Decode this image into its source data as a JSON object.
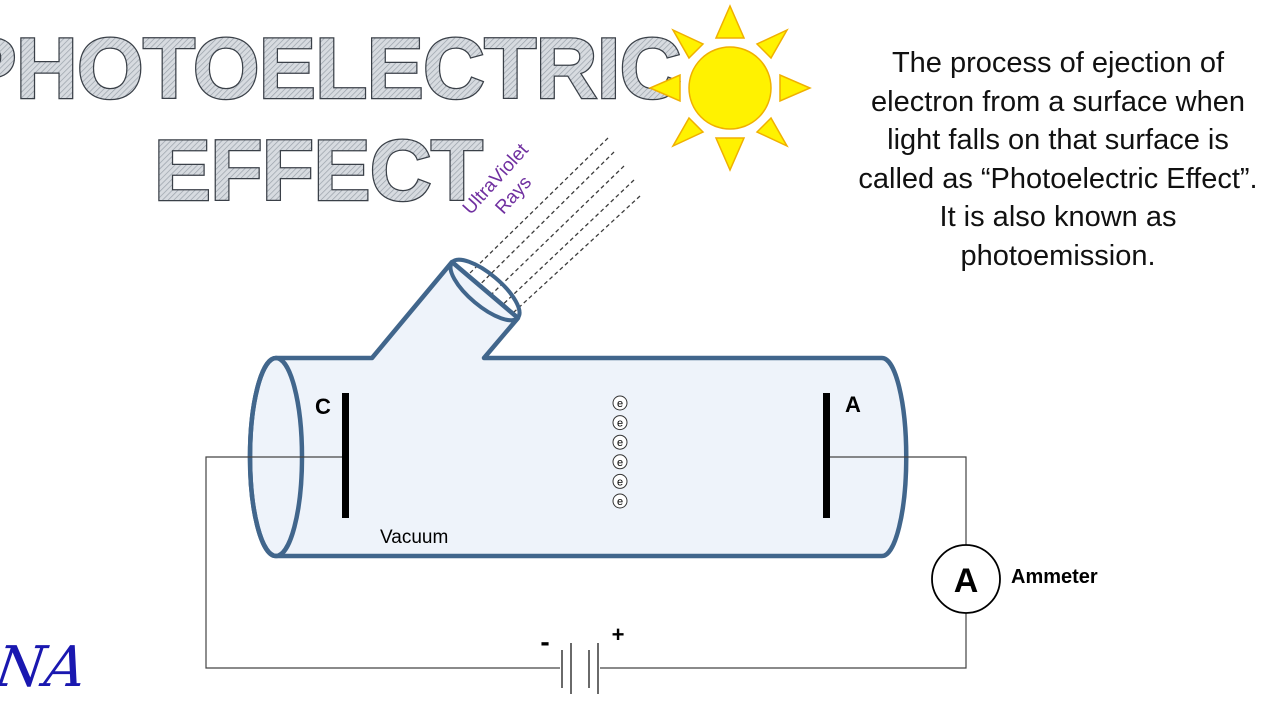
{
  "title": {
    "line1": "PHOTOELECTRIC",
    "line2": "EFFECT"
  },
  "definition": "The process of ejection of electron from a surface when light falls on that surface is called as “Photoelectric Effect”. It is also known as photoemission.",
  "labels": {
    "rays_line1": "UltraViolet",
    "rays_line2": "Rays",
    "cathode": "C",
    "anode": "A",
    "vacuum": "Vacuum",
    "electron": "e",
    "ammeter_symbol": "A",
    "ammeter": "Ammeter",
    "battery_negative": "-",
    "battery_positive": "+",
    "logo": "NA"
  },
  "electron_count": 6,
  "colors": {
    "tube_stroke": "#41668c",
    "tube_fill": "#eef3fa",
    "sun_fill": "#fff200",
    "sun_stroke": "#f0b000",
    "rays_text": "#7030a0",
    "logo": "#1a18b0",
    "title_fill": "#c4cad2",
    "title_stroke": "#3a4048"
  }
}
